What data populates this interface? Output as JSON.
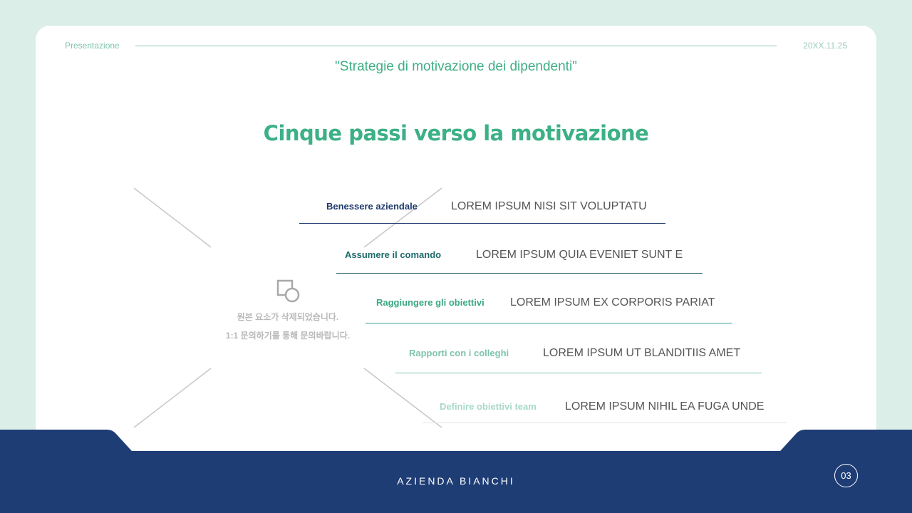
{
  "header": {
    "left_label": "Presentazione",
    "date": "20XX.11.25",
    "subtitle": "\"Strategie di motivazione dei dipendenti\""
  },
  "slide": {
    "title": "Cinque passi verso la motivazione",
    "placeholder": {
      "icon": "shapes-icon",
      "line1": "원본 요소가 삭제되었습니다.",
      "line2": "1:1 문의하기를 통해 문의바랍니다."
    },
    "steps": [
      {
        "label": "Benessere aziendale",
        "text": "LOREM IPSUM NISI SIT VOLUPTATU",
        "label_color": "#1e3a6e",
        "line_color": "#1e3a6e"
      },
      {
        "label": "Assumere il comando",
        "text": "LOREM IPSUM QUIA EVENIET SUNT E",
        "label_color": "#1f6a6a",
        "line_color": "#1f5c66"
      },
      {
        "label": "Raggiungere gli obiettivi",
        "text": "LOREM IPSUM EX CORPORIS PARIAT",
        "label_color": "#3aa884",
        "line_color": "#3a9e8e"
      },
      {
        "label": "Rapporti con i colleghi",
        "text": "LOREM IPSUM UT BLANDITIIS AMET",
        "label_color": "#7ec4ab",
        "line_color": "#7cc4b8"
      },
      {
        "label": "Definire obiettivi team",
        "text": "LOREM IPSUM NIHIL EA FUGA UNDE",
        "label_color": "#a8d8c8",
        "line_color": "#e2e6e6"
      }
    ]
  },
  "footer": {
    "company": "AZIENDA BIANCHI",
    "page": "03",
    "bg_color": "#1e3d75"
  }
}
